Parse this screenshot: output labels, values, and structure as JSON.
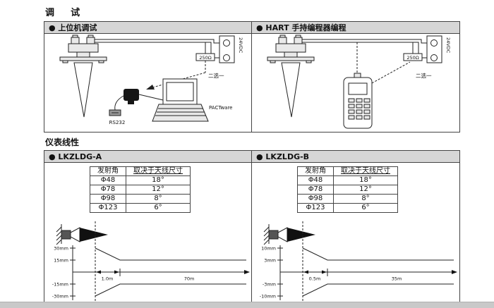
{
  "page": {
    "title": "调    试",
    "linearity_title": "仪表线性"
  },
  "debug": {
    "pc": {
      "header": "● 上位机调试",
      "vdc": "24VDC",
      "resistor": "250Ω",
      "choose_one": "二选一",
      "rs232": "RS232",
      "software": "PACTware"
    },
    "hart": {
      "header": "● HART 手持编程器编程",
      "vdc": "24VDC",
      "resistor": "250Ω",
      "choose_one": "二选一"
    }
  },
  "linearity": {
    "a": {
      "header": "● LKZLDG-A",
      "table": {
        "col_angle": "发射角",
        "col_size": "取决于天线尺寸",
        "rows": [
          {
            "size": "Φ48",
            "angle": "18°"
          },
          {
            "size": "Φ78",
            "angle": "12°"
          },
          {
            "size": "Φ98",
            "angle": "8°"
          },
          {
            "size": "Φ123",
            "angle": "6°"
          }
        ]
      },
      "beam": {
        "y_top": "30mm",
        "y_mid_top": "15mm",
        "y_mid_bot": "-15mm",
        "y_bot": "-30mm",
        "near_range": "1.0m",
        "far_range": "70m"
      }
    },
    "b": {
      "header": "● LKZLDG-B",
      "table": {
        "col_angle": "发射角",
        "col_size": "取决于天线尺寸",
        "rows": [
          {
            "size": "Φ48",
            "angle": "18°"
          },
          {
            "size": "Φ78",
            "angle": "12°"
          },
          {
            "size": "Φ98",
            "angle": "8°"
          },
          {
            "size": "Φ123",
            "angle": "6°"
          }
        ]
      },
      "beam": {
        "y_top": "10mm",
        "y_mid_top": "3mm",
        "y_mid_bot": "-3mm",
        "y_bot": "-10mm",
        "near_range": "0.5m",
        "far_range": "35m"
      }
    }
  }
}
